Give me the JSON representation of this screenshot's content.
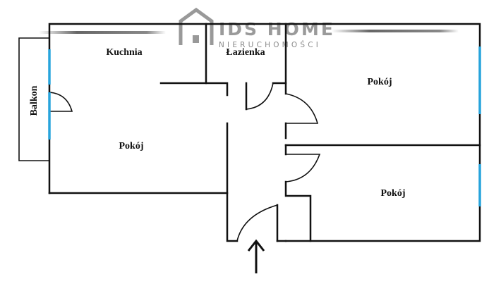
{
  "floor_plan": {
    "rooms": [
      {
        "id": "kitchen",
        "label": "Kuchnia"
      },
      {
        "id": "bathroom",
        "label": "Łazienka"
      },
      {
        "id": "room-top-right",
        "label": "Pokój"
      },
      {
        "id": "room-left",
        "label": "Pokój"
      },
      {
        "id": "room-bottom-right",
        "label": "Pokój"
      },
      {
        "id": "balcony",
        "label": "Balkon"
      }
    ]
  },
  "watermark": {
    "brand": "IDS HOME",
    "subtitle": "NIERUCHOMOŚCI"
  },
  "colors": {
    "walls": "#111111",
    "windows": "#27a4dc",
    "watermark": "#9a9a9a"
  }
}
